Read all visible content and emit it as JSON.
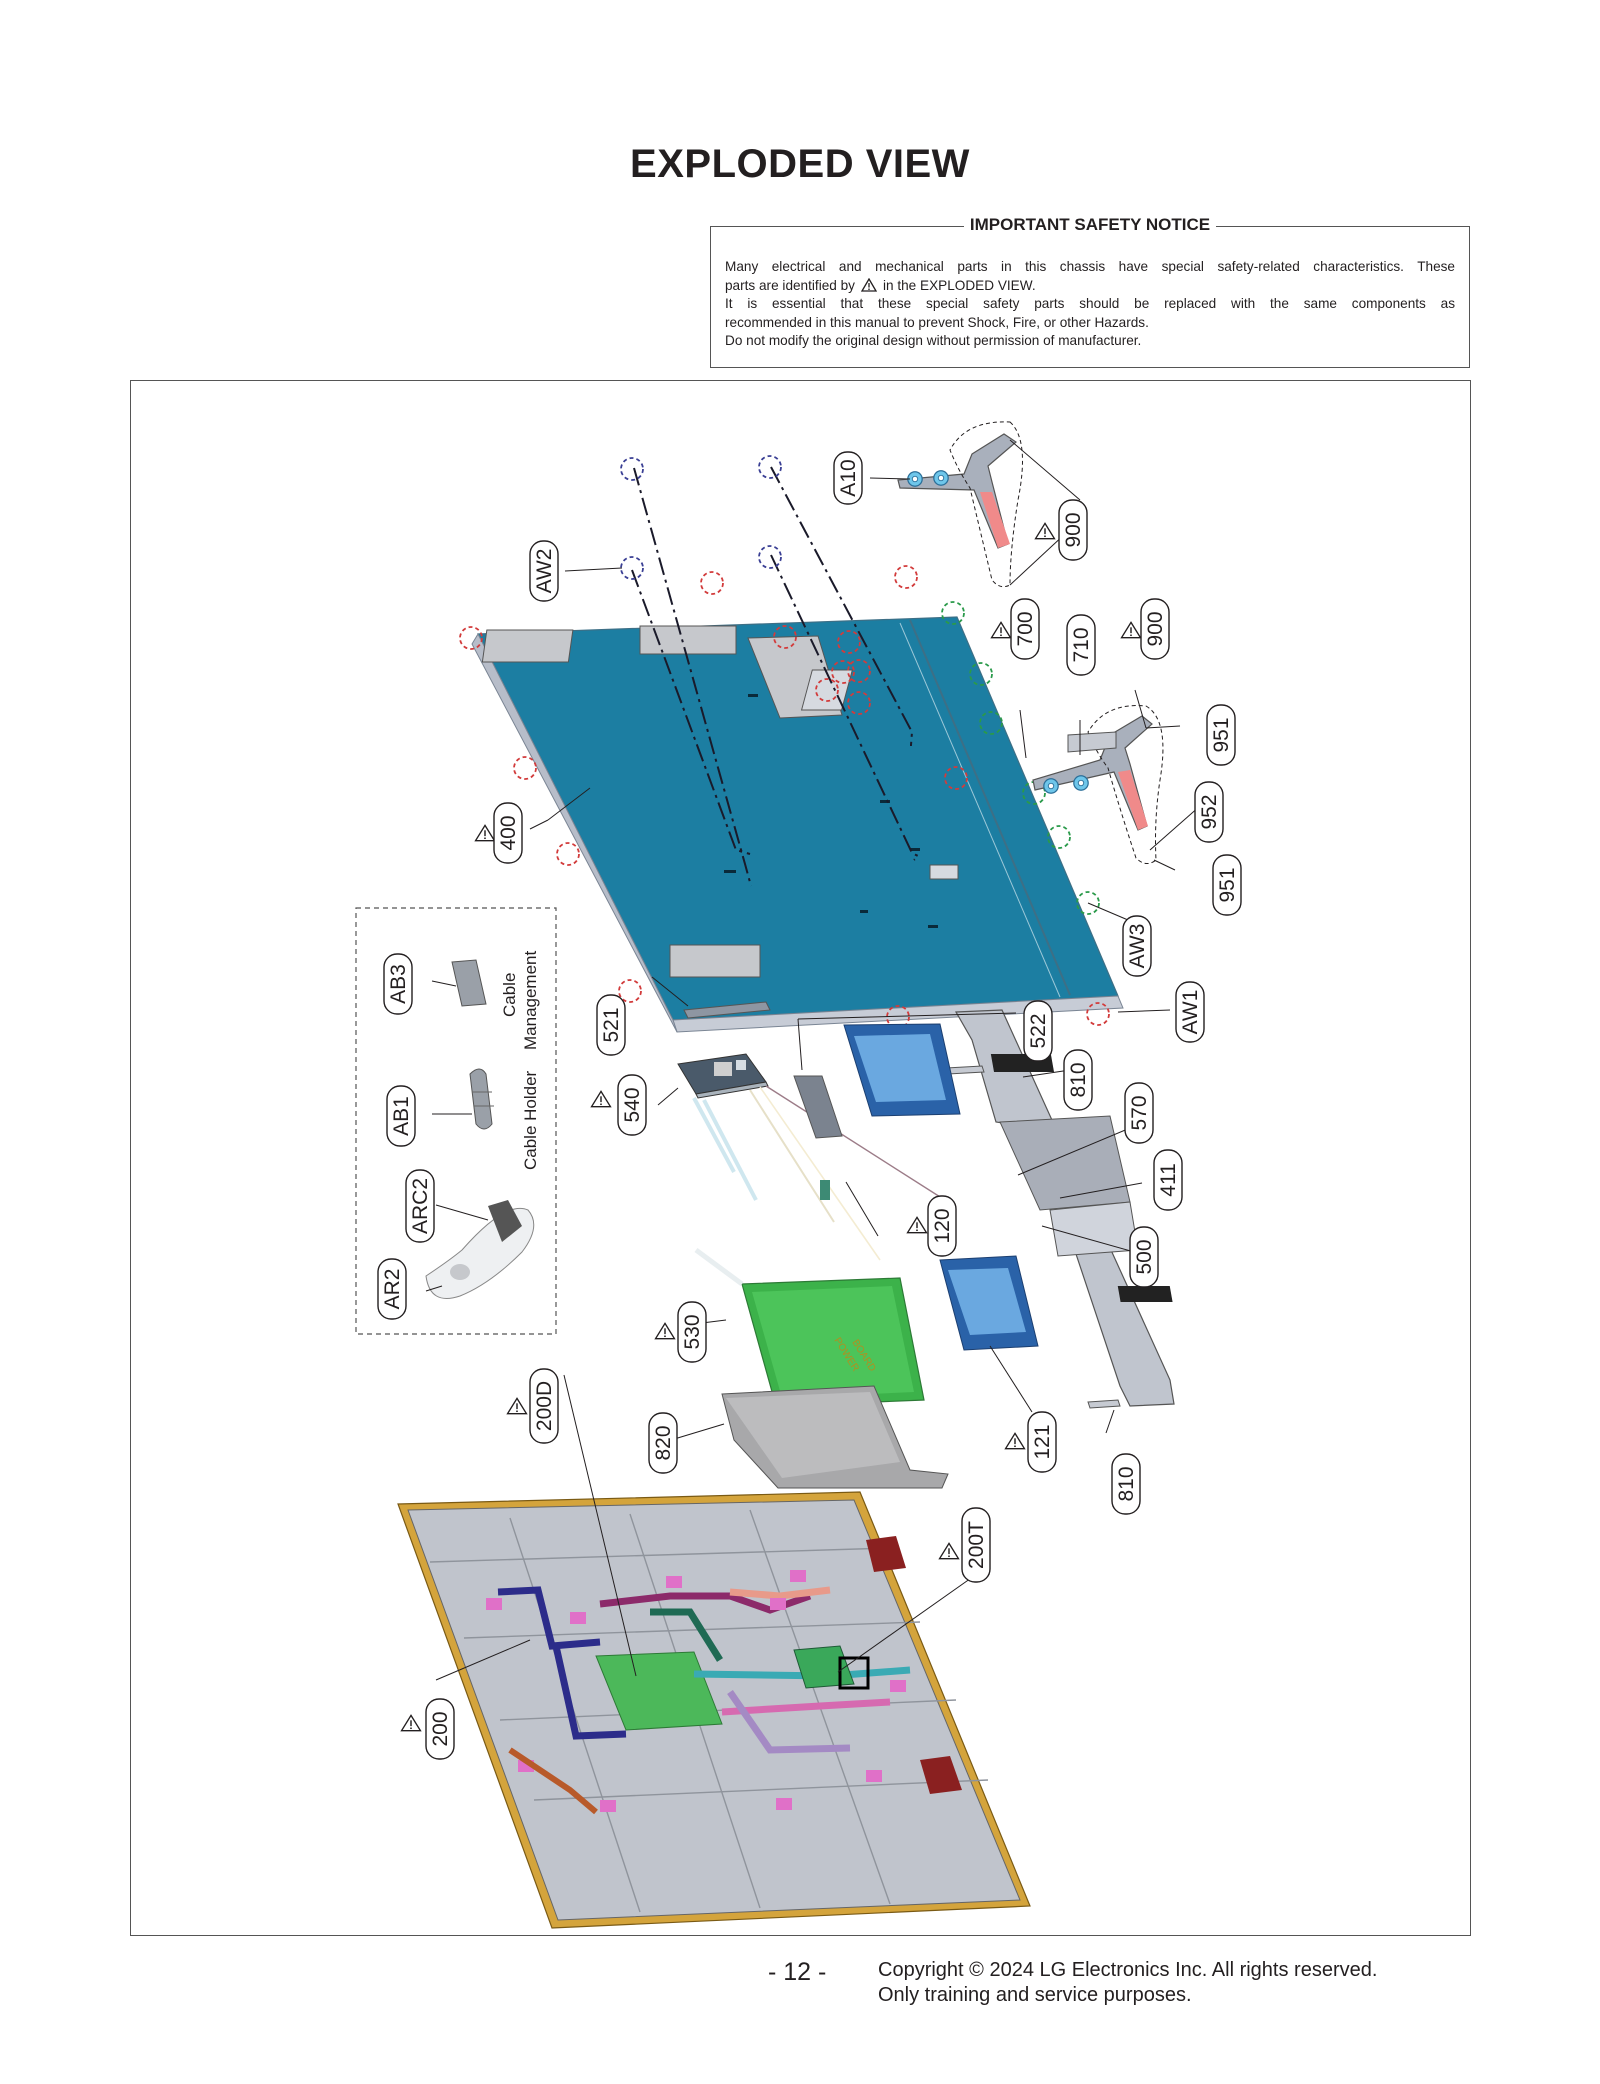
{
  "title": "EXPLODED VIEW",
  "notice": {
    "title": "IMPORTANT SAFETY NOTICE",
    "line1": "Many electrical and mechanical parts in this chassis have special safety-related characteristics. These",
    "line2_pre": "parts are identified by",
    "line2_post": "in the EXPLODED VIEW.",
    "line3": "It is essential that these special safety parts should be replaced with the same components as",
    "line4": "recommended in this manual to prevent Shock, Fire, or other Hazards.",
    "line5": "Do not modify the original design without permission of manufacturer."
  },
  "callouts": {
    "A10": "A10",
    "AW2": "AW2",
    "900": "900",
    "700": "700",
    "710": "710",
    "951": "951",
    "952": "952",
    "400": "400",
    "AW3": "AW3",
    "AW1": "AW1",
    "521": "521",
    "522": "522",
    "540": "540",
    "810": "810",
    "570": "570",
    "411": "411",
    "120": "120",
    "500": "500",
    "530": "530",
    "121": "121",
    "200D": "200D",
    "820": "820",
    "200T": "200T",
    "200": "200",
    "AB3": "AB3",
    "AB1": "AB1",
    "ARC2": "ARC2",
    "AR2": "AR2"
  },
  "accessories": {
    "cable_management_1": "Cable",
    "cable_management_2": "Management",
    "cable_holder": "Cable Holder"
  },
  "pcb_text_1": "POWER",
  "pcb_text_2": "BOARD",
  "page_number": "- 12 -",
  "copyright_line1": "Copyright © 2024 LG Electronics Inc. All rights reserved.",
  "copyright_line2": "Only training and service purposes."
}
